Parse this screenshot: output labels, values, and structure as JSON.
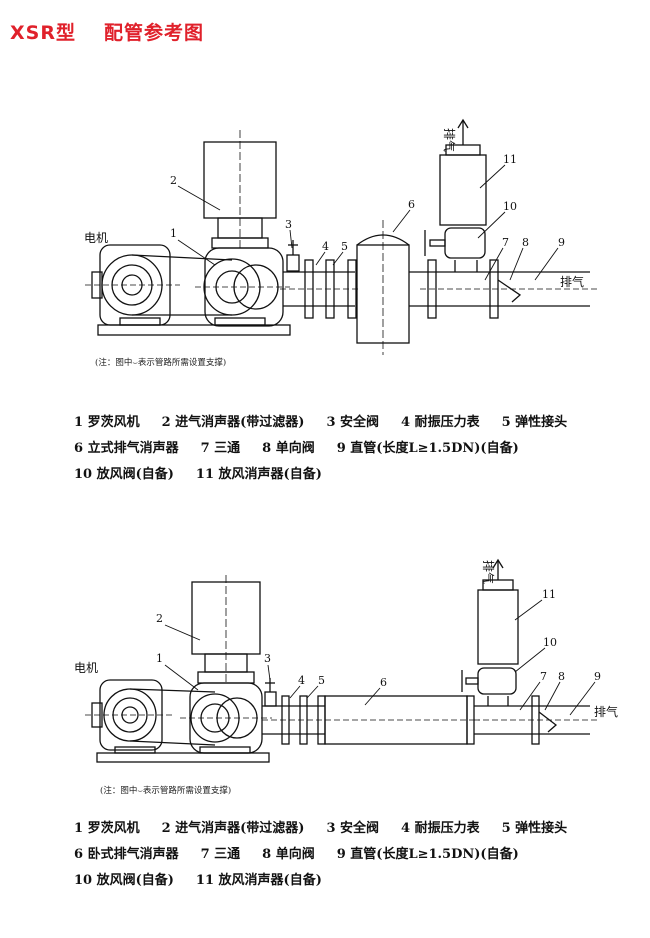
{
  "header": {
    "model": "XSR型",
    "title": "配管参考图"
  },
  "diagram1": {
    "motor_label": "电机",
    "exhaust_label": "排气",
    "exhaust_top_label": "排气",
    "note": "(注：图中⌣表示管路所需设置支撑)",
    "callouts": [
      "1",
      "2",
      "3",
      "4",
      "5",
      "6",
      "7",
      "8",
      "9",
      "10",
      "11"
    ],
    "legend_rows": [
      [
        "1 罗茨风机",
        "2 进气消声器(带过滤器)",
        "3 安全阀",
        "4 耐振压力表",
        "5 弹性接头"
      ],
      [
        "6 立式排气消声器",
        "7 三通",
        "8 单向阀",
        "9 直管(长度L≥1.5DN)(自备)"
      ],
      [
        "10 放风阀(自备)",
        "11 放风消声器(自备)"
      ]
    ]
  },
  "diagram2": {
    "motor_label": "电机",
    "exhaust_label": "排气",
    "exhaust_top_label": "排气",
    "note": "(注：图中⌣表示管路所需设置支撑)",
    "callouts": [
      "1",
      "2",
      "3",
      "4",
      "5",
      "6",
      "7",
      "8",
      "9",
      "10",
      "11"
    ],
    "legend_rows": [
      [
        "1 罗茨风机",
        "2 进气消声器(带过滤器)",
        "3 安全阀",
        "4 耐振压力表",
        "5 弹性接头"
      ],
      [
        "6 卧式排气消声器",
        "7 三通",
        "8 单向阀",
        "9 直管(长度L≥1.5DN)(自备)"
      ],
      [
        "10 放风阀(自备)",
        "11 放风消声器(自备)"
      ]
    ]
  }
}
